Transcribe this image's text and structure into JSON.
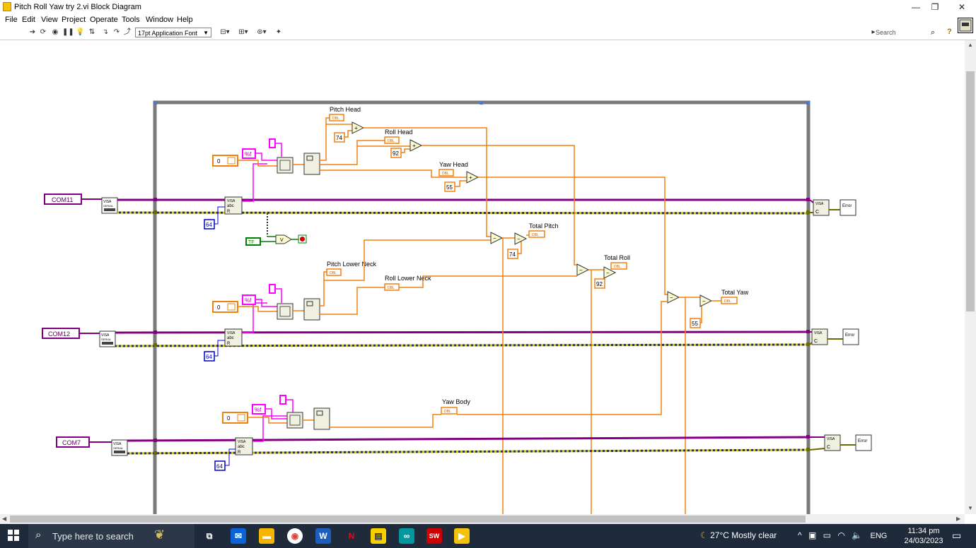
{
  "window": {
    "title": "Pitch Roll Yaw try 2.vi Block Diagram",
    "controls": {
      "minimize": "—",
      "maximize": "❐",
      "close": "✕"
    }
  },
  "menu": [
    "File",
    "Edit",
    "View",
    "Project",
    "Operate",
    "Tools",
    "Window",
    "Help"
  ],
  "toolbar": {
    "font": "17pt Application Font",
    "search_placeholder": "Search",
    "help": "?"
  },
  "diagram": {
    "ports": [
      "COM11",
      "COM12",
      "COM7"
    ],
    "visa_label": "VISA",
    "visa_sub": "SERIAL",
    "read_label": "abc",
    "read_r": "R",
    "close_label": "C",
    "error_label": "Error",
    "byte_count": "64",
    "format": "%f",
    "init_value": "0",
    "bool_const": "TF",
    "wire_dbl": "DBL",
    "indicators": {
      "pitch_head": "Pitch Head",
      "roll_head": "Roll Head",
      "yaw_head": "Yaw Head",
      "total_pitch": "Total Pitch",
      "total_roll": "Total Roll",
      "pitch_lower_neck": "Pitch Lower Neck",
      "roll_lower_neck": "Roll Lower Neck",
      "total_yaw": "Total Yaw",
      "yaw_body": "Yaw Body"
    },
    "constants": {
      "c74": "74",
      "c92": "92",
      "c55": "55"
    },
    "ops": {
      "add": "+",
      "sub": "−",
      "or": "V"
    }
  },
  "taskbar": {
    "search": "Type here to search",
    "weather": "27°C  Mostly clear",
    "lang": "ENG",
    "time": "11:34 pm",
    "date": "24/03/2023"
  },
  "colors": {
    "visa_wire": "#800080",
    "error_wire": "#6a6a00",
    "dbl_wire": "#f08010",
    "string_wire": "#ff00ff",
    "int_wire": "#0000ff",
    "bool_wire": "#008000",
    "taskbar": "#1f2a3a"
  }
}
